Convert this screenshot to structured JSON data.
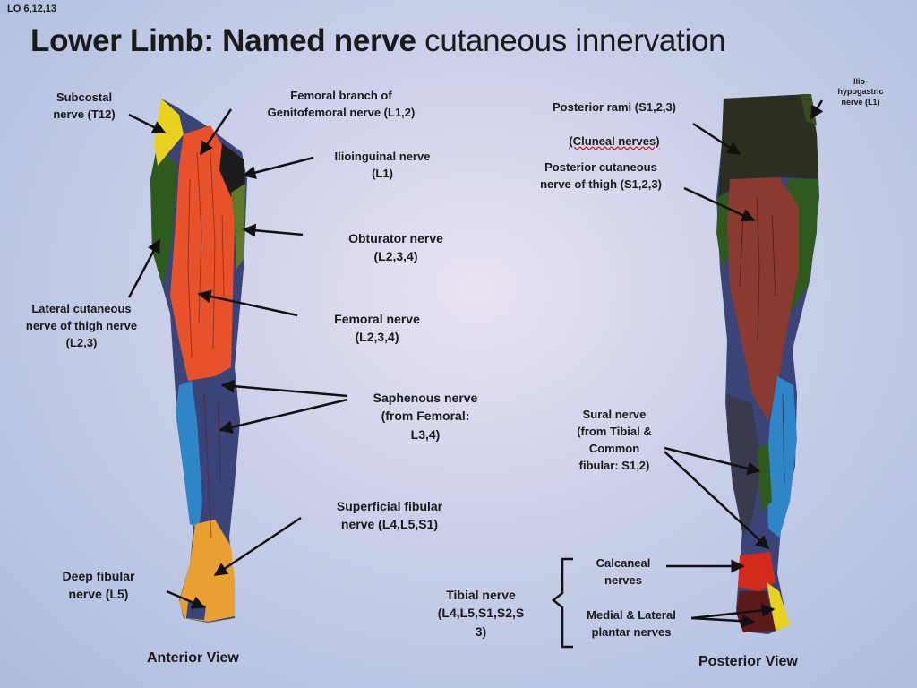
{
  "slide_ref": "LO 6,12,13",
  "title": {
    "part1": "Lower Limb: Named nerve",
    "part2": "cutaneous innervation"
  },
  "anterior": {
    "view_label": "Anterior View",
    "subcostal": "Subcostal\nnerve (T12)",
    "femoral_branch": "Femoral branch of\nGenitofemoral nerve (L1,2)",
    "ilioinguinal": "Ilioinguinal nerve\n(L1)",
    "obturator": "Obturator nerve\n(L2,3,4)",
    "lateral_cutaneous": "Lateral cutaneous\nnerve of thigh nerve\n(L2,3)",
    "femoral": "Femoral nerve\n(L2,3,4)",
    "saphenous": "Saphenous nerve\n(from Femoral:\nL3,4)",
    "superficial_fibular": "Superficial fibular\nnerve (L4,L5,S1)",
    "deep_fibular": "Deep fibular\nnerve (L5)"
  },
  "posterior": {
    "view_label": "Posterior View",
    "posterior_rami_line1": "Posterior rami (S1,2,3)",
    "posterior_rami_line2": "(Cluneal nerves)",
    "iliohypogastric": "Ilio-\nhypogastric\nnerve (L1)",
    "posterior_cutaneous": "Posterior cutaneous\nnerve of thigh (S1,2,3)",
    "sural": "Sural nerve\n(from Tibial &\nCommon\nfibular: S1,2)",
    "calcaneal": "Calcaneal\nnerves",
    "tibial": "Tibial nerve\n(L4,L5,S1,S2,S\n3)",
    "plantar": "Medial & Lateral\nplantar nerves"
  },
  "colors": {
    "yellow": "#e8d21e",
    "dark_green": "#2e5a1e",
    "orange_red": "#e8522a",
    "olive_green": "#5c7a2a",
    "black": "#1c1c1c",
    "navy": "#3a4478",
    "blue": "#2e86c8",
    "orange": "#e8a030",
    "brown_red": "#8a3a2e",
    "red": "#d42a1e"
  }
}
